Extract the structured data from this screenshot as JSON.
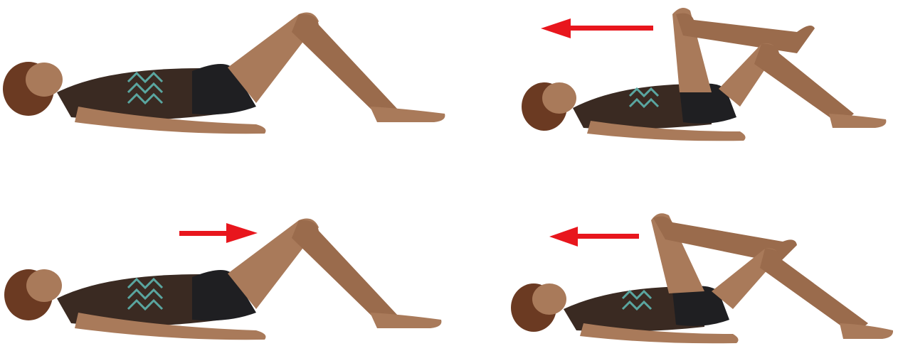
{
  "figure": {
    "panels": [
      {
        "position": "top-left",
        "pose": "knees-bent-rest",
        "arrow": "none"
      },
      {
        "position": "top-right",
        "pose": "leg-crossed-raised",
        "arrow": "left"
      },
      {
        "position": "bottom-left",
        "pose": "knees-bent-rest",
        "arrow": "right"
      },
      {
        "position": "bottom-right",
        "pose": "leg-crossed-raised",
        "arrow": "left"
      }
    ],
    "colors": {
      "background": "#ffffff",
      "skin": "#a97a5a",
      "skin_shadow": "#7d5538",
      "hair": "#6b3a22",
      "top": "#3a2a22",
      "top_pattern": "#5aa6a0",
      "shorts": "#1f1f22",
      "arrow": "#e8161d"
    },
    "icons": [
      "arrow-left-icon",
      "arrow-right-icon"
    ]
  }
}
